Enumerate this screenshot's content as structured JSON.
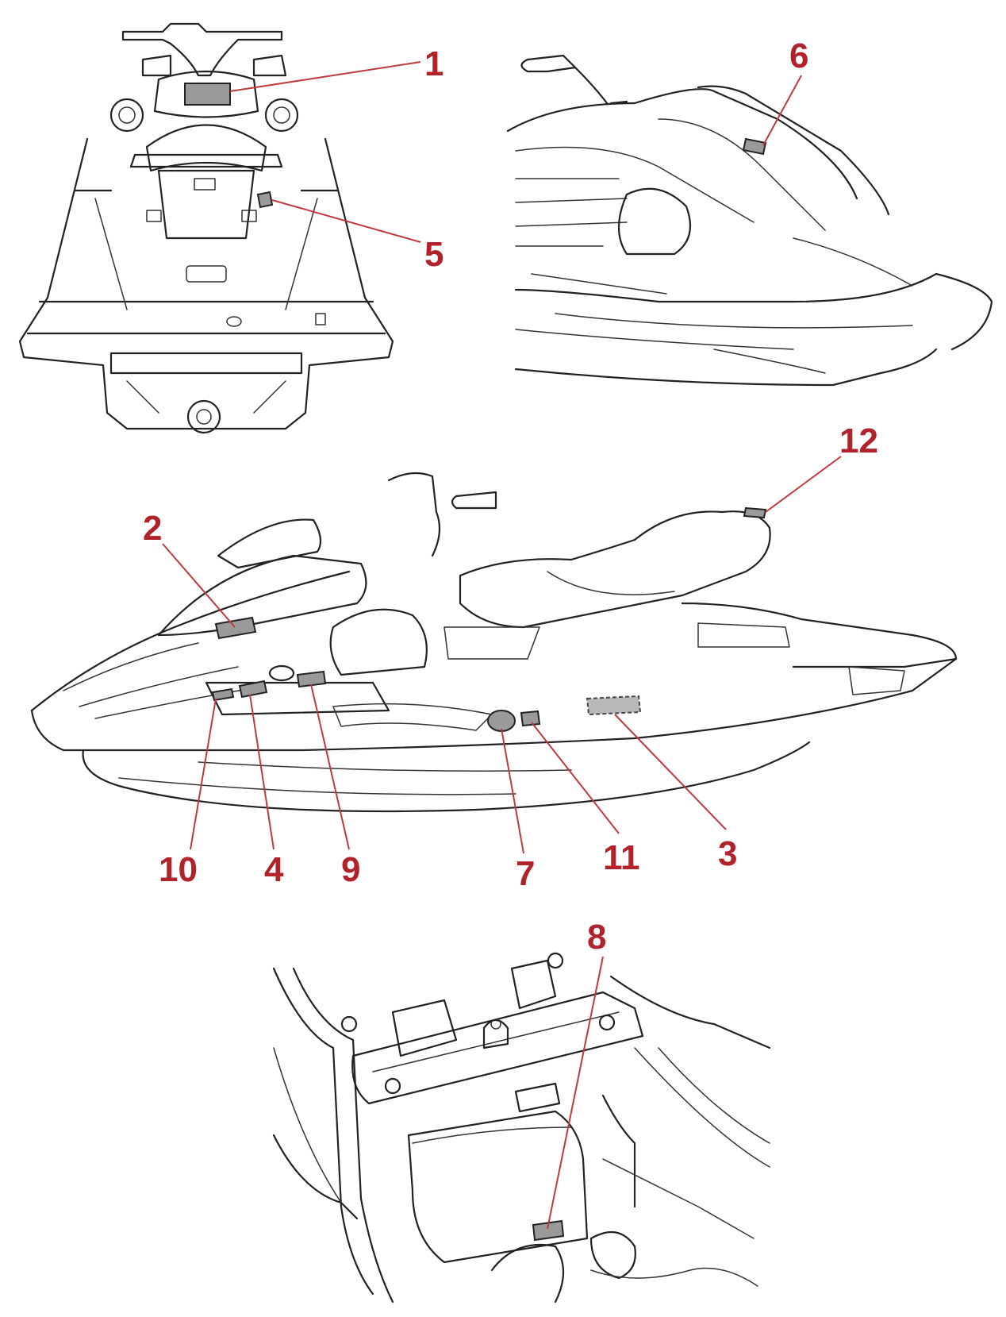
{
  "colors": {
    "callout": "#b0232a",
    "leader": "#c0393f",
    "line_art": "#222222",
    "label_patch": "#9a9a9a",
    "background": "#ffffff"
  },
  "views": [
    {
      "id": "rear-view",
      "callouts": [
        "1",
        "5"
      ]
    },
    {
      "id": "bow-view",
      "callouts": [
        "6"
      ]
    },
    {
      "id": "side-view",
      "callouts": [
        "12",
        "2",
        "10",
        "4",
        "9",
        "7",
        "11",
        "3"
      ]
    },
    {
      "id": "engine-bay-view",
      "callouts": [
        "8"
      ]
    }
  ],
  "callouts": {
    "c1": "1",
    "c2": "2",
    "c3": "3",
    "c4": "4",
    "c5": "5",
    "c6": "6",
    "c7": "7",
    "c8": "8",
    "c9": "9",
    "c10": "10",
    "c11": "11",
    "c12": "12"
  }
}
